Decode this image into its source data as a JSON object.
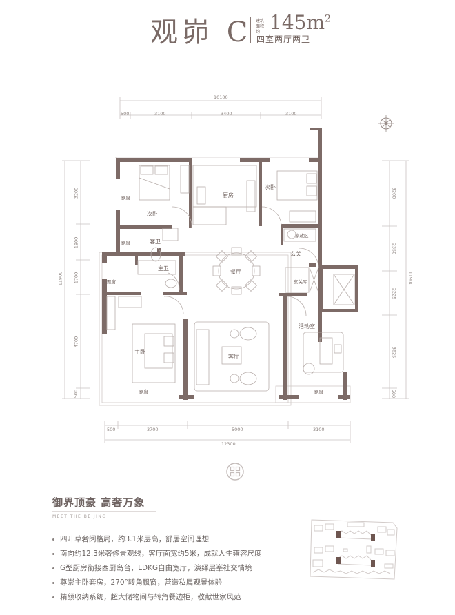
{
  "header": {
    "title": "观峁 C",
    "area_label_line1": "建筑",
    "area_label_line2": "面积约",
    "area_value": "145m",
    "area_unit_sup": "2",
    "layout": "四室两厅两卫"
  },
  "colors": {
    "wall": "#7d6b67",
    "line": "#c9c2c0",
    "text": "#7a6a66"
  },
  "dimensions": {
    "top_total": "10100",
    "top_segments": [
      "500",
      "3100",
      "3400",
      "3100"
    ],
    "bottom_total": "12300",
    "bottom_segments": [
      "500",
      "3700",
      "5000",
      "3100"
    ],
    "left_total": "11900",
    "left_segments": [
      "3200",
      "1800",
      "1700",
      "4700",
      "500"
    ],
    "right_total": "11900",
    "right_segments": [
      "3200",
      "2350",
      "2225",
      "3625",
      "500"
    ]
  },
  "rooms": {
    "secondary_bedroom_1": "次卧",
    "bay_window_1": "飘窗",
    "kitchen": "厨房",
    "secondary_bedroom_2": "次卧",
    "utility": "家政区",
    "guest_bath": "客卫",
    "bay_window_2": "飘窗",
    "master_bath": "主卫",
    "bay_window_3": "飘窗",
    "dining": "餐厅",
    "foyer": "玄关",
    "foyer_storage": "玄关库",
    "master_bedroom": "主卧",
    "living": "客厅",
    "activity_room": "活动室",
    "bay_window_bottom_left": "飘窗",
    "bay_window_bottom_right": "飘窗"
  },
  "compass": {
    "icon": "compass-icon"
  },
  "emblem": {
    "icon": "emblem-icon"
  },
  "slogan": {
    "title": "御界顶豪 高奢万象",
    "subtitle": "MEET THE BEIJING"
  },
  "features": [
    "四叶草奢阔格局，约3.1米层高，舒居空间理想",
    "南向约12.3米奢侈景观线，客厅面宽约5米，成就人生雍容尺度",
    "G型厨房衔接西厨岛台，LDKG自由宽厅，演绎层峯社交情境",
    "尊崇主卧套房，270°转角飘窗，营造私属观景体验",
    "精颜收纳系统，超大储物间与转角餐边柜，敬献世家风范"
  ],
  "site_plan": {
    "icon": "site-plan-icon"
  }
}
